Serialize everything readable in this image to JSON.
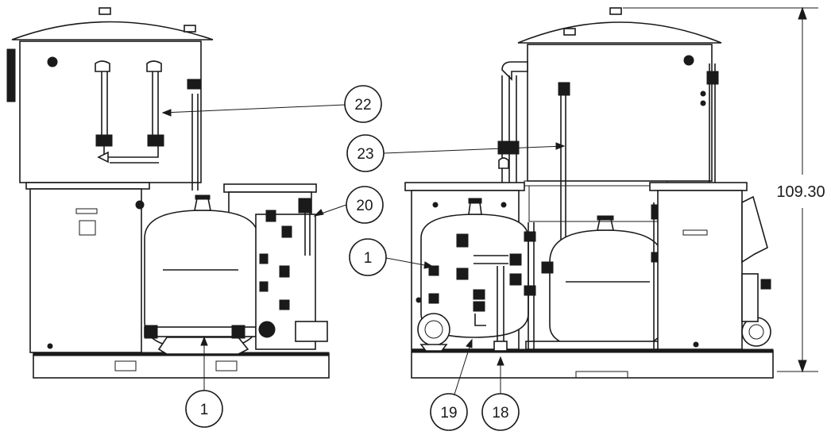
{
  "dimension": {
    "value": "109.30"
  },
  "callouts": [
    {
      "id": "c22",
      "label": "22"
    },
    {
      "id": "c23",
      "label": "23"
    },
    {
      "id": "c20",
      "label": "20"
    },
    {
      "id": "c1a",
      "label": "1"
    },
    {
      "id": "c1b",
      "label": "1"
    },
    {
      "id": "c19",
      "label": "19"
    },
    {
      "id": "c18",
      "label": "18"
    }
  ],
  "colors": {
    "line": "#1a1a1a",
    "background": "#ffffff",
    "fill_gray": "#d9d9d9"
  }
}
